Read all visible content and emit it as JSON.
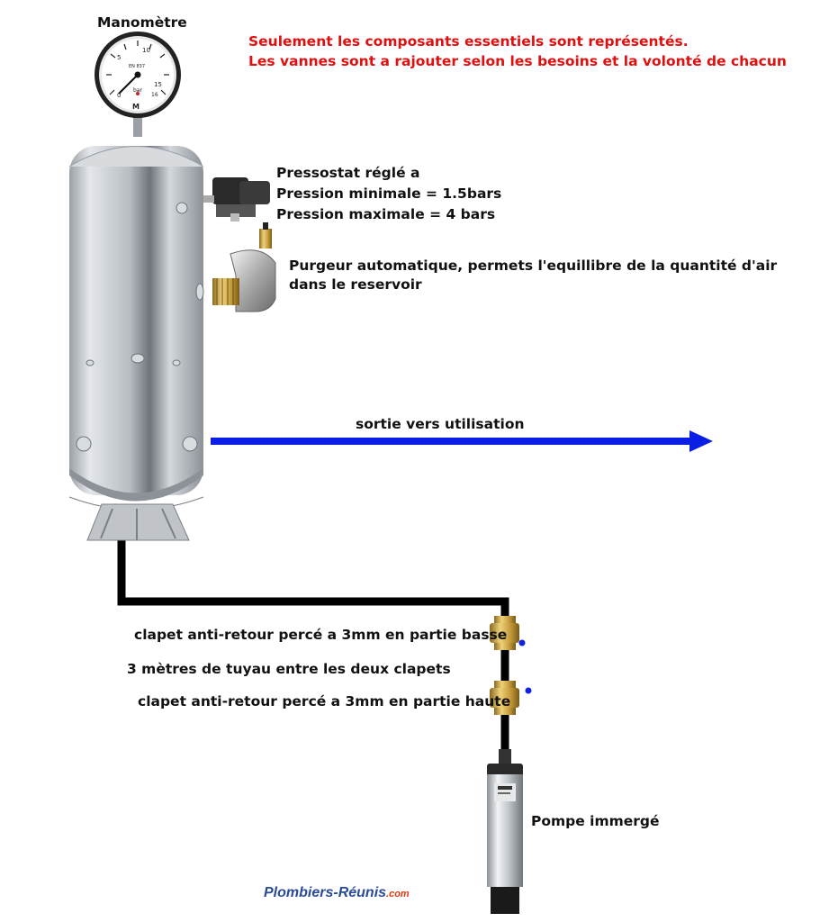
{
  "labels": {
    "manometre": "Manomètre",
    "note_line1": "Seulement les composants essentiels sont représentés.",
    "note_line2": "Les vannes sont a rajouter selon les besoins et la volonté de chacun",
    "pressostat_line1": "Pressostat réglé a",
    "pressostat_line2": "Pression minimale = 1.5bars",
    "pressostat_line3": "Pression maximale = 4 bars",
    "purgeur_line1": "Purgeur automatique, permets l'equillibre de la quantité d'air",
    "purgeur_line2": "dans le reservoir",
    "sortie": "sortie vers utilisation",
    "clapet_bas": "clapet anti-retour percé a 3mm en partie basse",
    "tuyau": "3 mètres de tuyau entre les deux clapets",
    "clapet_haut": "clapet anti-retour percé a 3mm en partie haute",
    "pompe": "Pompe immergé"
  },
  "gauge": {
    "ticks": [
      "0",
      "5",
      "10",
      "15",
      "16"
    ],
    "brand": "EN 837",
    "unit": "bar",
    "maker": "M"
  },
  "logo": {
    "text": "Plombiers-Réunis",
    "suffix": ".com"
  },
  "colors": {
    "note": "#e01010",
    "arrow": "#0a1ee6",
    "pipe": "#000000",
    "dot": "#1020e0",
    "brass": "#c9a24a",
    "steel": "#c8ccd0"
  }
}
